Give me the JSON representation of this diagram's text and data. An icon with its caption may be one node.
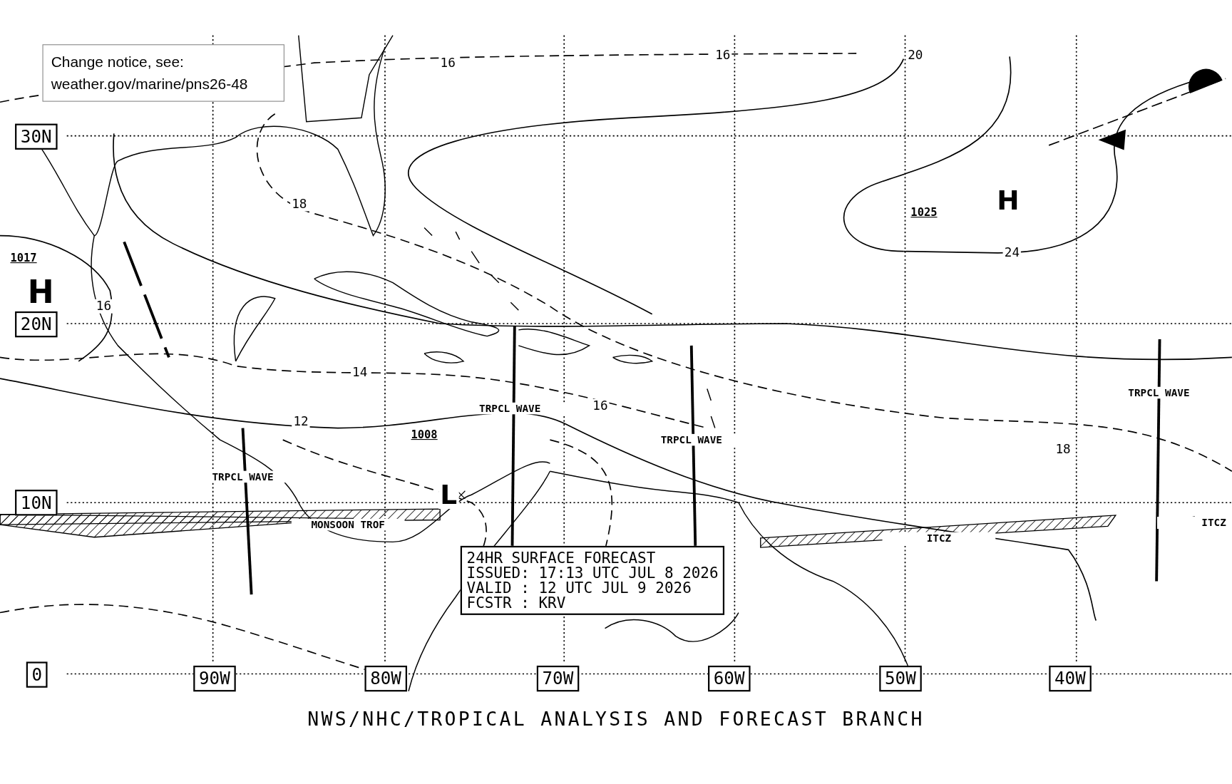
{
  "diagram": {
    "caption": "NWS/NHC/TROPICAL ANALYSIS AND FORECAST BRANCH",
    "nodes": [
      {
        "text": [
          "Change notice, see: weather.gov/marine/pns26-48"
        ]
      },
      {
        "text": [
          "30N"
        ]
      },
      {
        "text": [
          "20N"
        ]
      },
      {
        "text": [
          "10N"
        ]
      },
      {
        "text": [
          "0"
        ]
      },
      {
        "text": [
          "90W"
        ]
      },
      {
        "text": [
          "80W"
        ]
      },
      {
        "text": [
          "70W"
        ]
      },
      {
        "text": [
          "60W"
        ]
      },
      {
        "text": [
          "50W"
        ]
      },
      {
        "text": [
          "40W"
        ]
      },
      {
        "text": [
          "24HR SURFACE FORECAST",
          "ISSUED: 17:13 UTC JUL 8 2026",
          "VALID : 12 UTC JUL 9 2026",
          "FCSTR : KRV"
        ]
      }
    ],
    "labels": [
      "16",
      "16",
      "20",
      "18",
      "1025",
      "H",
      "24",
      "1017",
      "H",
      "16",
      "14",
      "16",
      "12",
      "1008",
      "TRPCL WAVE",
      "TRPCL WAVE",
      "TRPCL WAVE",
      "TRPCL WAVE",
      "18",
      "L",
      "MONSOON TROF",
      "ITCZ",
      "ITCZ"
    ]
  }
}
